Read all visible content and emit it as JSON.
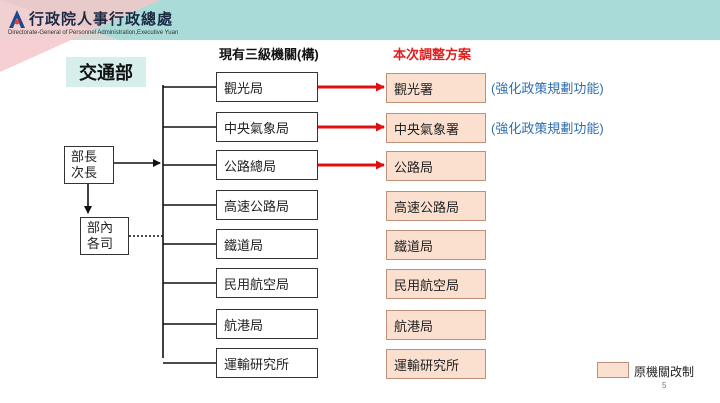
{
  "header": {
    "org_name": "行政院人事行政總處",
    "org_name_en": "Directorate-General of Personnel Administration,Executive Yuan"
  },
  "ministry": "交通部",
  "column_headers": {
    "current": "現有三級機關(構)",
    "plan": "本次調整方案"
  },
  "left_boxes": {
    "minister": "部長\n次長",
    "internal": "部內\n各司"
  },
  "units": [
    {
      "current": "觀光局",
      "plan": "觀光署",
      "note": "(強化政策規劃功能)",
      "arrow": true
    },
    {
      "current": "中央氣象局",
      "plan": "中央氣象署",
      "note": "(強化政策規劃功能)",
      "arrow": true
    },
    {
      "current": "公路總局",
      "plan": "公路局",
      "note": "",
      "arrow": true
    },
    {
      "current": "高速公路局",
      "plan": "高速公路局",
      "note": "",
      "arrow": false
    },
    {
      "current": "鐵道局",
      "plan": "鐵道局",
      "note": "",
      "arrow": false
    },
    {
      "current": "民用航空局",
      "plan": "民用航空局",
      "note": "",
      "arrow": false
    },
    {
      "current": "航港局",
      "plan": "航港局",
      "note": "",
      "arrow": false
    },
    {
      "current": "運輸研究所",
      "plan": "運輸研究所",
      "note": "",
      "arrow": false
    }
  ],
  "legend": {
    "label": "原機關改制",
    "color": "#fbe0d0"
  },
  "arrow_color": "#e01010",
  "page_number": "5"
}
